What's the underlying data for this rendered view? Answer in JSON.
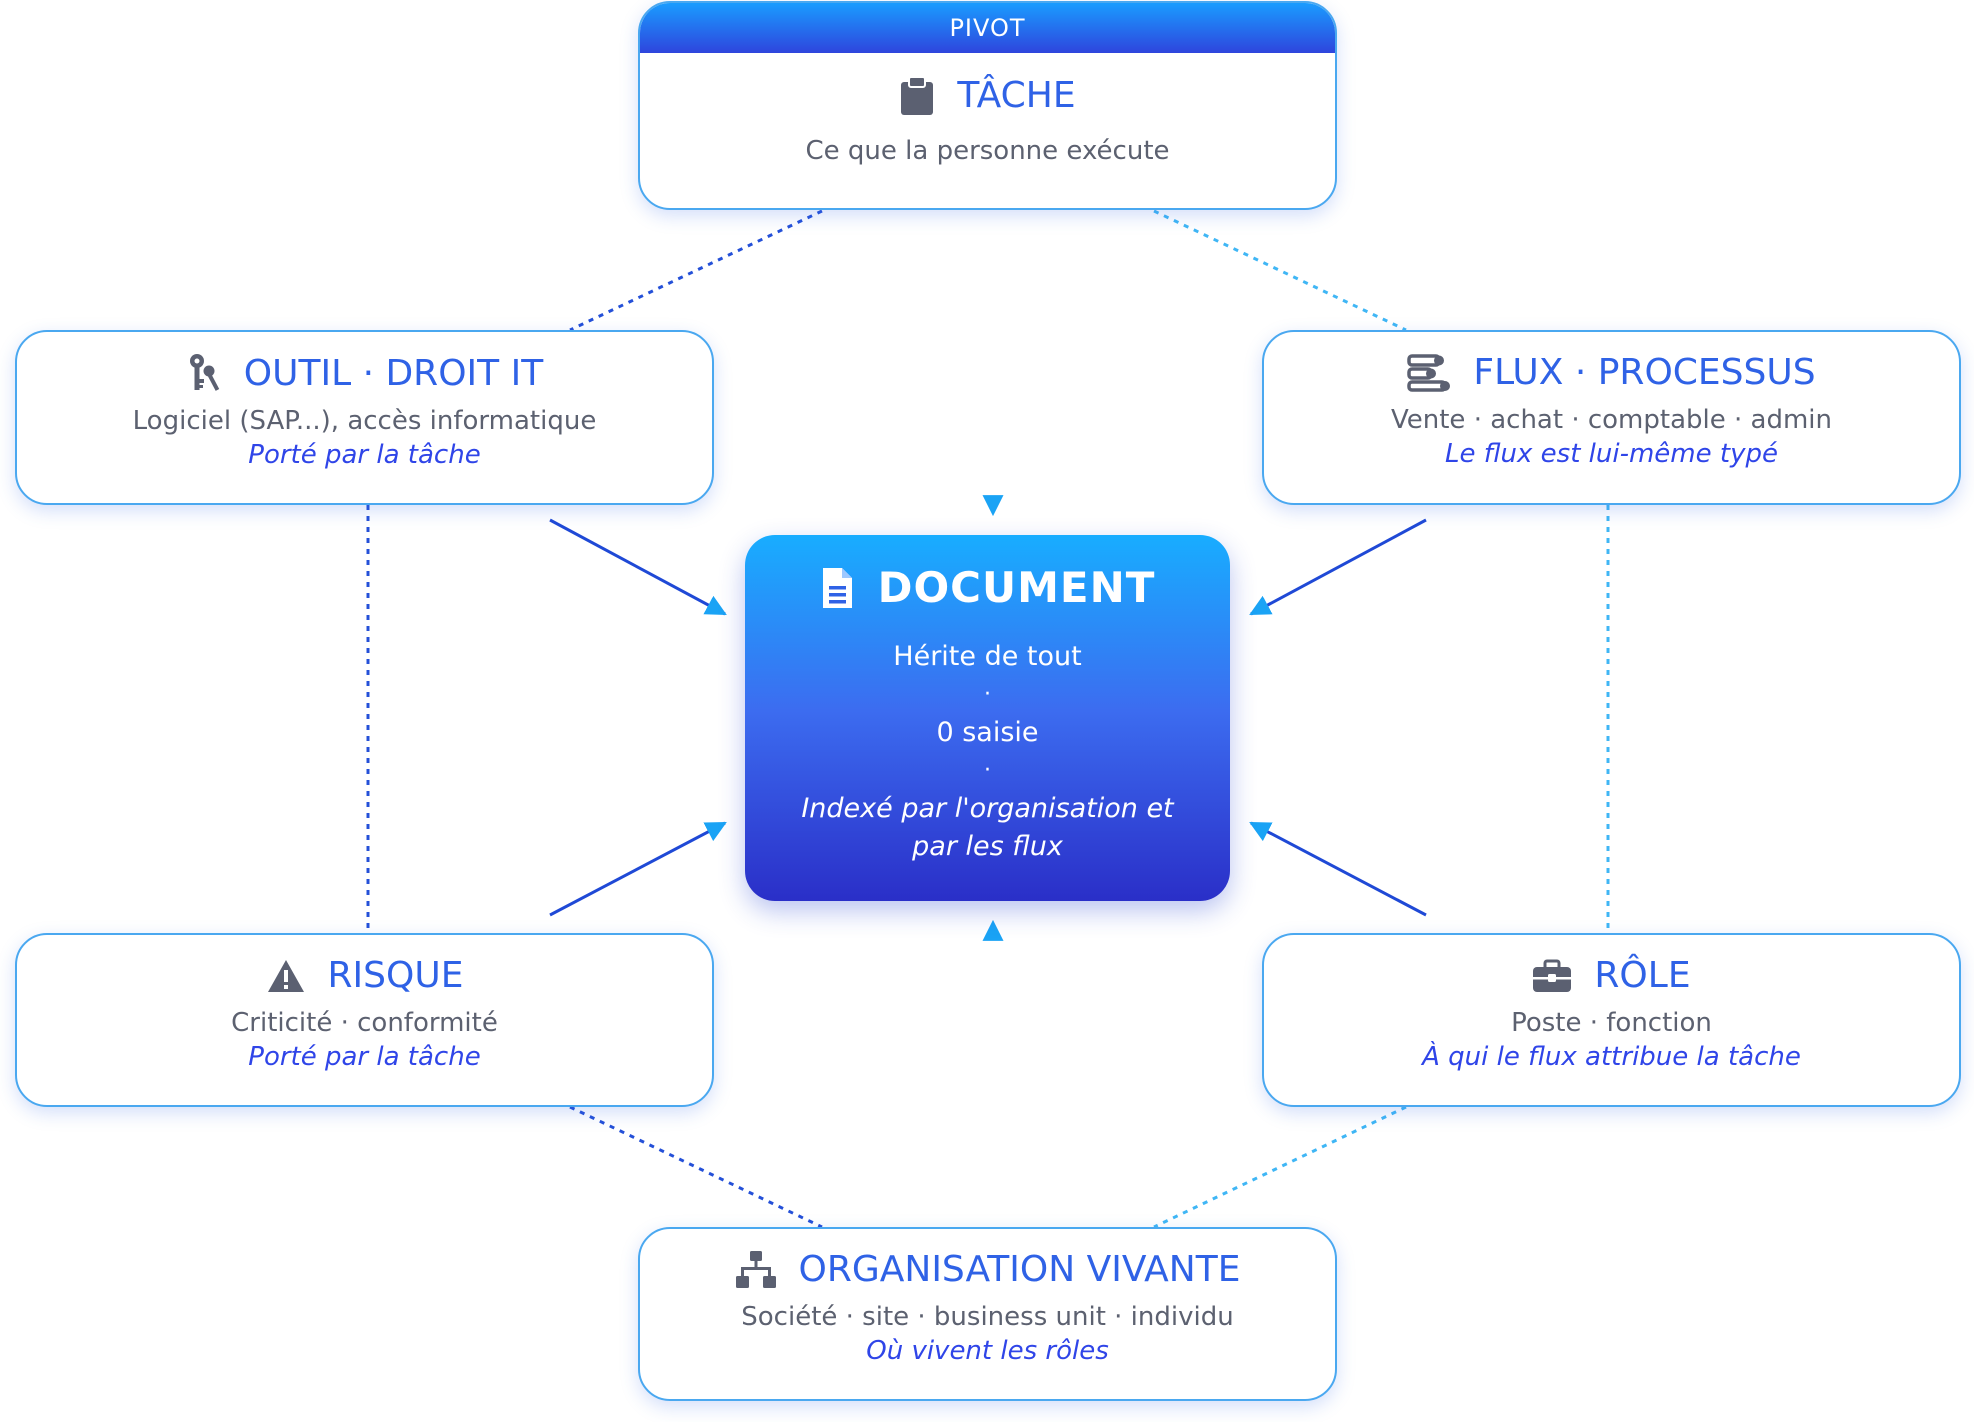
{
  "nodes": {
    "tache": {
      "badge": "PIVOT",
      "title": "TÂCHE",
      "description": "Ce que la personne exécute",
      "icon": "clipboard-icon"
    },
    "outil": {
      "title": "OUTIL · DROIT IT",
      "description": "Logiciel (SAP...), accès informatique",
      "note": "Porté par la tâche",
      "icon": "keys-icon"
    },
    "flux": {
      "title": "FLUX · PROCESSUS",
      "description": "Vente · achat · comptable · admin",
      "note": "Le flux est lui-même typé",
      "icon": "process-icon"
    },
    "document": {
      "title": "DOCUMENT",
      "line1": "Hérite de tout",
      "separator": "·",
      "line2": "0 saisie",
      "line3": "Indexé par l'organisation et",
      "line4": "par les flux",
      "icon": "document-icon"
    },
    "risque": {
      "title": "RISQUE",
      "description": "Criticité · conformité",
      "note": "Porté par la tâche",
      "icon": "warning-icon"
    },
    "role": {
      "title": "RÔLE",
      "description": "Poste · fonction",
      "note": "À qui le flux attribue la tâche",
      "icon": "briefcase-icon"
    },
    "organisation": {
      "title": "ORGANISATION VIVANTE",
      "description": "Société · site · business unit · individu",
      "note": "Où vivent les rôles",
      "icon": "org-chart-icon"
    }
  },
  "colors": {
    "accent": "#2f62e6",
    "note": "#2f45e8",
    "border": "#4aa8f0",
    "solid_arrow": "#1f49d6",
    "light_arrow": "#1aa3f5",
    "dotted_dark": "#2450d8",
    "dotted_light": "#3fb6f5",
    "icon_gray": "#5b6071"
  }
}
